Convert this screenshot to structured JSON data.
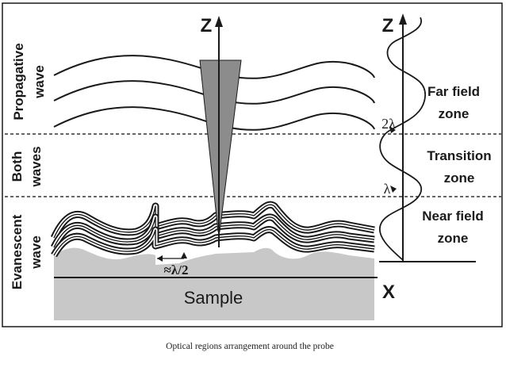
{
  "caption": "Optical regions arrangement around the probe",
  "left_labels": {
    "propagative": [
      "Propagative",
      "wave"
    ],
    "both": [
      "Both",
      "waves"
    ],
    "evanescent": [
      "Evanescent",
      "wave"
    ]
  },
  "zones": {
    "far": [
      "Far field",
      "zone"
    ],
    "transition": [
      "Transition",
      "zone"
    ],
    "near": [
      "Near field",
      "zone"
    ]
  },
  "axes": {
    "z_left": "Z",
    "z_right": "Z",
    "x": "X"
  },
  "sample_label": "Sample",
  "markers": {
    "two_lambda": "2λ",
    "lambda": "λ",
    "half_lambda": "≈λ/2"
  },
  "colors": {
    "probe": "#8c8c8c",
    "sample": "#c8c8c8",
    "line": "#1a1a1a"
  }
}
